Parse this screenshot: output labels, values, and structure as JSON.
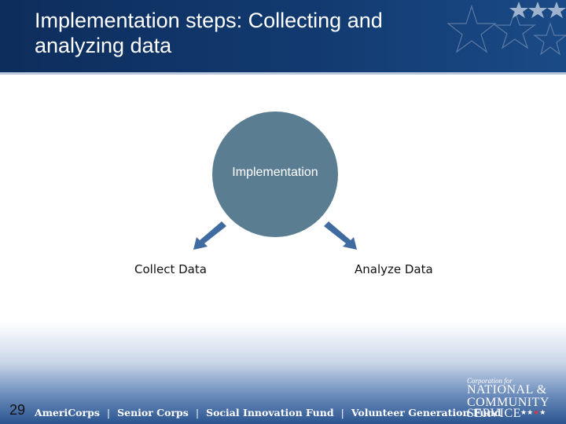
{
  "slide": {
    "title": "Implementation steps: Collecting and analyzing data",
    "number": "29"
  },
  "diagram": {
    "center_label": "Implementation",
    "left_label": "Collect Data",
    "right_label": "Analyze Data",
    "circle_color": "#5b7d92",
    "arrow_color": "#3f6ba0"
  },
  "footer": {
    "items": [
      "AmeriCorps",
      "Senior Corps",
      "Social Innovation Fund",
      "Volunteer Generation Fund"
    ],
    "separator": "|",
    "logo": {
      "line0": "Corporation for",
      "line1": "NATIONAL &",
      "line2": "COMMUNITY",
      "line3": "SERVICE"
    }
  },
  "icons": [
    "star-icon",
    "arrow-down-left-icon",
    "arrow-down-right-icon"
  ]
}
